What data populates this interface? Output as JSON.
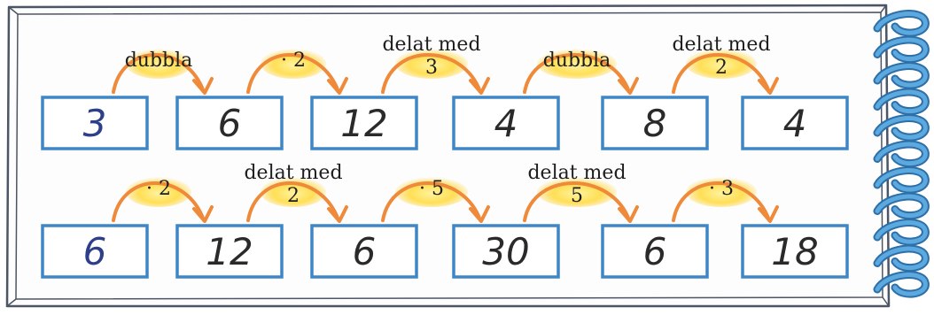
{
  "rows": [
    {
      "boxes": [
        {
          "value": "3",
          "given": true
        },
        {
          "value": "6",
          "given": false
        },
        {
          "value": "12",
          "given": false
        },
        {
          "value": "4",
          "given": false
        },
        {
          "value": "8",
          "given": false
        },
        {
          "value": "4",
          "given": false
        }
      ],
      "operations": [
        {
          "line1": "dubbla",
          "line2": ""
        },
        {
          "line1": "· 2",
          "line2": ""
        },
        {
          "line1": "delat med",
          "line2": "3"
        },
        {
          "line1": "dubbla",
          "line2": ""
        },
        {
          "line1": "delat med",
          "line2": "2"
        }
      ]
    },
    {
      "boxes": [
        {
          "value": "6",
          "given": true
        },
        {
          "value": "12",
          "given": false
        },
        {
          "value": "6",
          "given": false
        },
        {
          "value": "30",
          "given": false
        },
        {
          "value": "6",
          "given": false
        },
        {
          "value": "18",
          "given": false
        }
      ],
      "operations": [
        {
          "line1": "· 2",
          "line2": ""
        },
        {
          "line1": "delat med",
          "line2": "2"
        },
        {
          "line1": "· 5",
          "line2": ""
        },
        {
          "line1": "delat med",
          "line2": "5"
        },
        {
          "line1": "· 3",
          "line2": ""
        }
      ]
    }
  ],
  "colors": {
    "box_border": "#3f86c6",
    "given_number": "#2d3f8a",
    "answer_number": "#2a2a2a",
    "arrow": "#ee8a3a",
    "highlight": "#ffd84a",
    "coil": "#5ba9de"
  }
}
